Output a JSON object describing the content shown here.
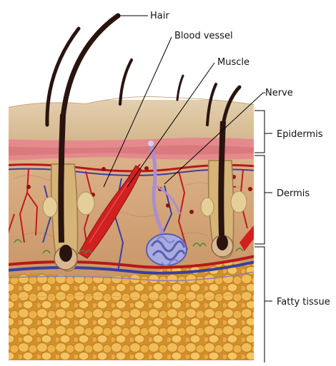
{
  "labels": {
    "hair": "Hair",
    "blood_vessel": "Blood vessel",
    "muscle": "Muscle",
    "nerve": "Nerve",
    "epidermis": "Epidermis",
    "dermis": "Dermis",
    "fatty_tissue": "Fatty tissue"
  },
  "colors": {
    "epidermis_top": "#d9c3a0",
    "epidermis_pink": "#e58a8c",
    "dermis": "#d6a97c",
    "fat": "#e0a23b",
    "fat_cell": "#f1c15a",
    "hair": "#2a1410",
    "artery": "#c51a1a",
    "vein": "#3a3fa0",
    "nerve": "#a98fd0",
    "gland": "#8f93d8",
    "leader": "#000000"
  }
}
